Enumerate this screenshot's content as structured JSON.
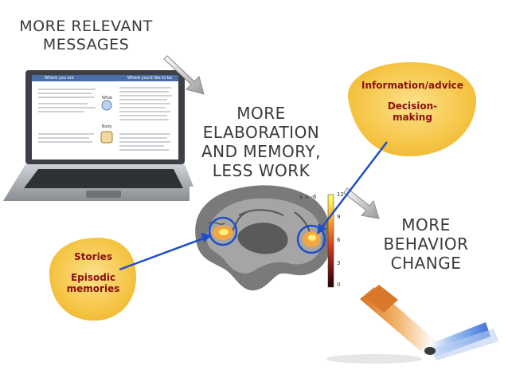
{
  "captions": {
    "relevant_line1": "MORE RELEVANT",
    "relevant_line2": "MESSAGES",
    "elaboration_line1": "MORE",
    "elaboration_line2": "ELABORATION",
    "elaboration_line3": "AND MEMORY,",
    "elaboration_line4": "LESS WORK",
    "behavior_line1": "MORE",
    "behavior_line2": "BEHAVIOR",
    "behavior_line3": "CHANGE"
  },
  "info_blob": {
    "title": "Information/advice",
    "sub_line1": "Decision-",
    "sub_line2": "making"
  },
  "stories_blob": {
    "title": "Stories",
    "sub_line1": "Episodic",
    "sub_line2": "memories"
  },
  "brain_scan": {
    "coord_label": "x = -6",
    "scale_max": "12",
    "scale_mid_high": "9",
    "scale_mid_low": "6",
    "scale_low": "3",
    "scale_min": "0"
  },
  "laptop_screen": {
    "header_left": "Where you are",
    "header_right": "Where you'd like to be",
    "section_what": "What",
    "section_body": "Body"
  },
  "colors": {
    "blob_fill": "#f7c94a",
    "blob_title": "#8b1010",
    "arrow_blue": "#1f4fc8",
    "caption_text": "#3a3a3a"
  }
}
